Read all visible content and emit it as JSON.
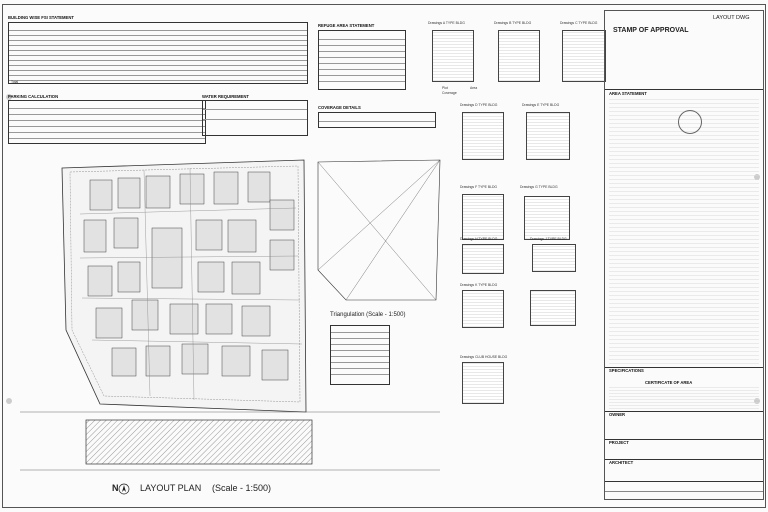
{
  "top_left": {
    "area_statement_title": "BUILDING WISE FSI STATEMENT",
    "parking_title": "PARKING CALCULATION",
    "rows_label": [
      "Total"
    ]
  },
  "top_mid": {
    "refuge_title": "REFUGE AREA STATEMENT",
    "water_title": "WATER REQUIREMENT",
    "coverage_title": "COVERAGE DETAILS"
  },
  "plan": {
    "title": "LAYOUT PLAN",
    "scale": "(Scale - 1:500)",
    "north": "N"
  },
  "triangulation": {
    "title": "Triangulation (Scale - 1:500)"
  },
  "typical_plans": [
    {
      "name": "Drawings A TYPE BLDG"
    },
    {
      "name": "Drawings B TYPE BLDG"
    },
    {
      "name": "Drawings C TYPE BLDG"
    },
    {
      "name": "Drawings D TYPE BLDG"
    },
    {
      "name": "Drawings E TYPE BLDG"
    },
    {
      "name": "Drawings F TYPE BLDG"
    },
    {
      "name": "Drawings G TYPE BLDG"
    },
    {
      "name": "Drawings H TYPE BLDG"
    },
    {
      "name": "Drawings J TYPE BLDG"
    },
    {
      "name": "Drawings K TYPE BLDG"
    },
    {
      "name": "Drawings CLUB HOUSE BLDG"
    }
  ],
  "plan_labels": {
    "plot": "Plot",
    "area": "Area",
    "coverage": "Coverage"
  },
  "right_panel": {
    "drawing_tag": "LAYOUT DWG",
    "stamp_title": "STAMP OF APPROVAL",
    "area_statement": "AREA STATEMENT",
    "certificate": "CERTIFICATE OF AREA",
    "owner": "OWNER",
    "project": "PROJECT",
    "architect": "ARCHITECT",
    "specifications": "SPECIFICATIONS"
  }
}
